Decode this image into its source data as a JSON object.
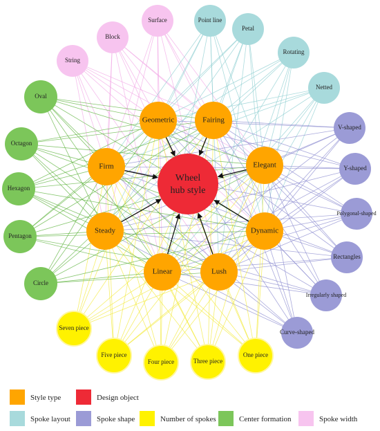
{
  "colors": {
    "style_type": "#FFA500",
    "design_object": "#EE2A36",
    "spoke_layout": "#A8DADC",
    "spoke_shape": "#9B9BD6",
    "number_of_spokes": "#FFF200",
    "center_formation": "#7CC65A",
    "spoke_width": "#F7C4EF"
  },
  "center": {
    "label_line1": "Wheel",
    "label_line2": "hub style"
  },
  "style_types": [
    "Geometric",
    "Fairing",
    "Elegant",
    "Dynamic",
    "Lush",
    "Linear",
    "Steady",
    "Firm"
  ],
  "spoke_layout": [
    "Point line",
    "Petal",
    "Rotating",
    "Netted"
  ],
  "spoke_shape": [
    "V-shaped",
    "Y-shaped",
    "Polygonal-shaped",
    "Rectangles",
    "Irregularly shaped",
    "Curve-shaped"
  ],
  "number_of_spokes": [
    "One piece",
    "Three piece",
    "Four piece",
    "Five piece",
    "Seven piece"
  ],
  "center_formation": [
    "Circle",
    "Pentagon",
    "Hexagon",
    "Octagon",
    "Oval"
  ],
  "spoke_width": [
    "String",
    "Block",
    "Surface"
  ],
  "legend": {
    "style_type": "Style type",
    "design_object": "Design object",
    "spoke_layout": "Spoke layout",
    "spoke_shape": "Spoke shape",
    "number_of_spokes": "Number of spokes",
    "center_formation": "Center formation",
    "spoke_width": "Spoke width"
  }
}
